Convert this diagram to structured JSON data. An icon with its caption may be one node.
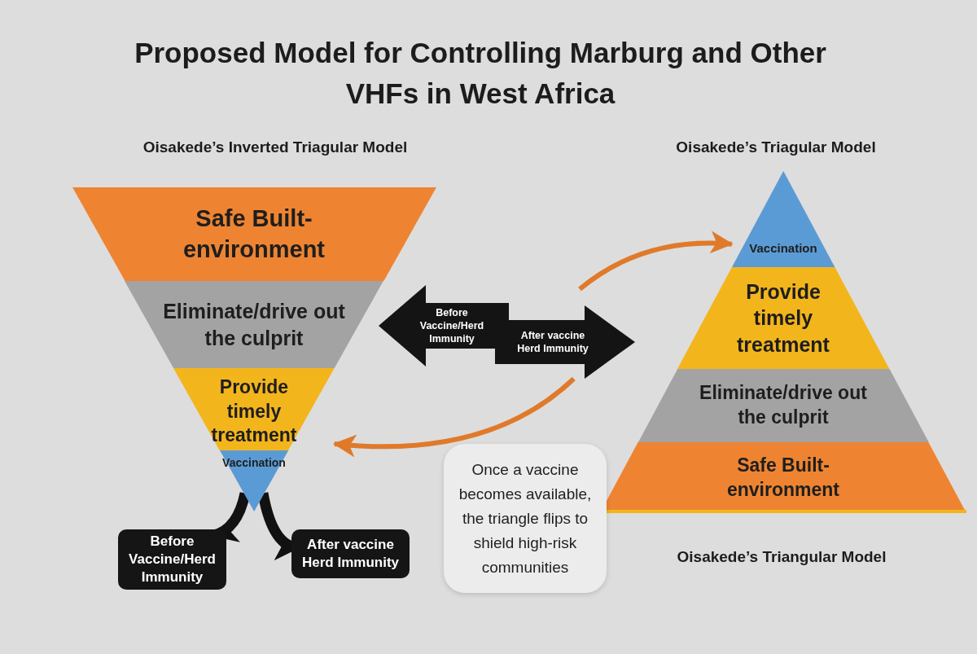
{
  "diagram": {
    "title": "Proposed Model for Controlling Marburg and Other VHFs in West Africa",
    "nodes": [
      {
        "text": [
          "Safe Built-environment"
        ]
      },
      {
        "text": [
          "Eliminate/drive out the culprit"
        ]
      },
      {
        "text": [
          "Provide timely treatment"
        ]
      },
      {
        "text": [
          "Vaccination"
        ]
      },
      {
        "text": [
          "Before Vaccine/Herd Immunity"
        ]
      },
      {
        "text": [
          "After vaccine Herd Immunity"
        ]
      },
      {
        "text": [
          "Vaccination"
        ]
      },
      {
        "text": [
          "Provide timely treatment"
        ]
      },
      {
        "text": [
          "Eliminate/drive out the culprit"
        ]
      },
      {
        "text": [
          "Safe Built-environment"
        ]
      },
      {
        "text": [
          "Before Vaccine/Herd Immunity"
        ]
      },
      {
        "text": [
          "After vaccine Herd Immunity"
        ]
      },
      {
        "text": [
          "Once a vaccine becomes available, the triangle flips to shield high-risk communities"
        ]
      }
    ],
    "edges": [
      {
        "from": null,
        "to": 6,
        "arrow": "to",
        "color": "#e07a2a"
      },
      {
        "from": 5,
        "to": 2,
        "arrow": "to",
        "color": "#e07a2a"
      },
      {
        "from": 3,
        "to": 10,
        "arrow": "to",
        "style": "thick",
        "color": "#111111"
      },
      {
        "from": 3,
        "to": 11,
        "arrow": "to",
        "style": "thick",
        "color": "#111111"
      }
    ],
    "labels": [
      "Oisakede’s Inverted Triagular Model",
      "Oisakede’s Triagular Model",
      "Oisakede’s Triangular Model"
    ]
  }
}
